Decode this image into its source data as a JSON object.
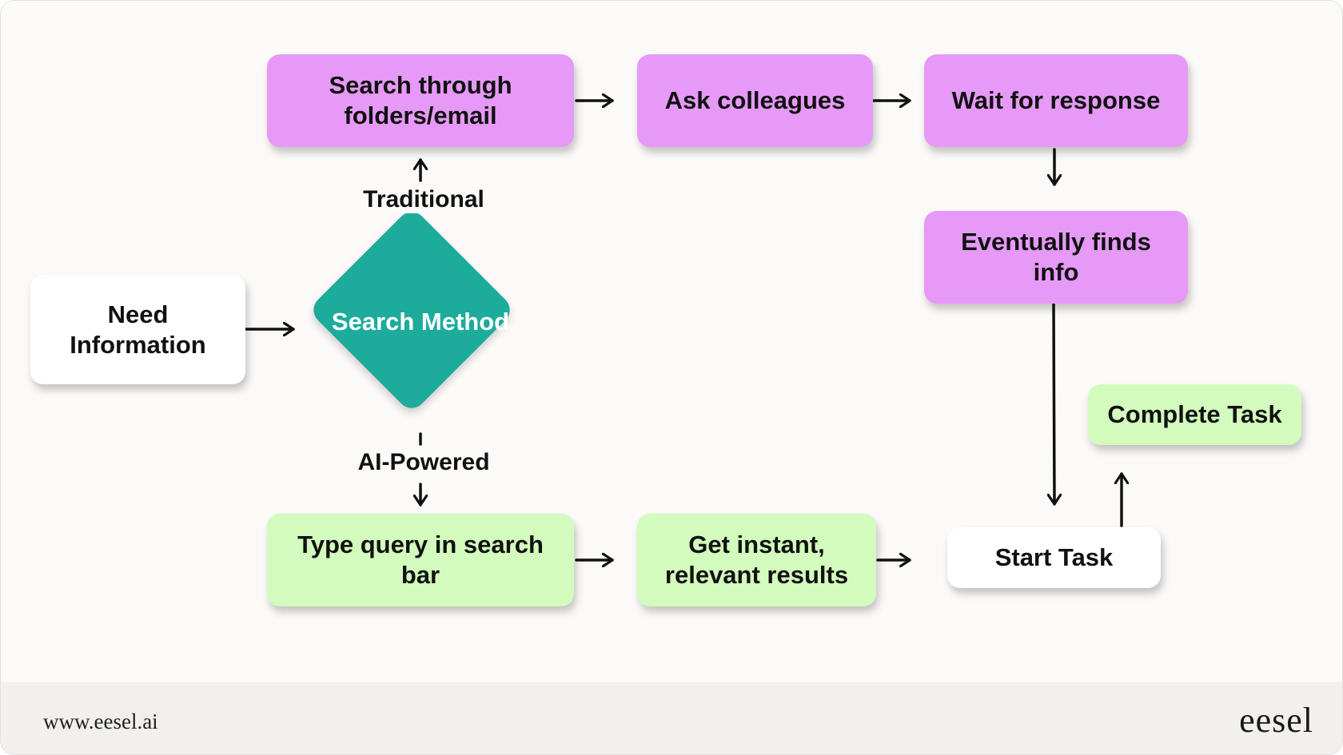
{
  "nodes": {
    "need_information": "Need Information",
    "search_method": "Search Method",
    "search_folders": "Search through folders/email",
    "ask_colleagues": "Ask colleagues",
    "wait_response": "Wait for response",
    "eventually_finds": "Eventually finds info",
    "type_query": "Type query in search bar",
    "instant_results": "Get instant, relevant results",
    "start_task": "Start Task",
    "complete_task": "Complete Task"
  },
  "edge_labels": {
    "traditional": "Traditional",
    "ai_powered": "AI-Powered"
  },
  "footer": {
    "url": "www.eesel.ai",
    "logo": "eesel"
  },
  "colors": {
    "purple": "#e699f7",
    "green": "#d2fbbd",
    "teal": "#1dab9c",
    "white": "#ffffff"
  }
}
